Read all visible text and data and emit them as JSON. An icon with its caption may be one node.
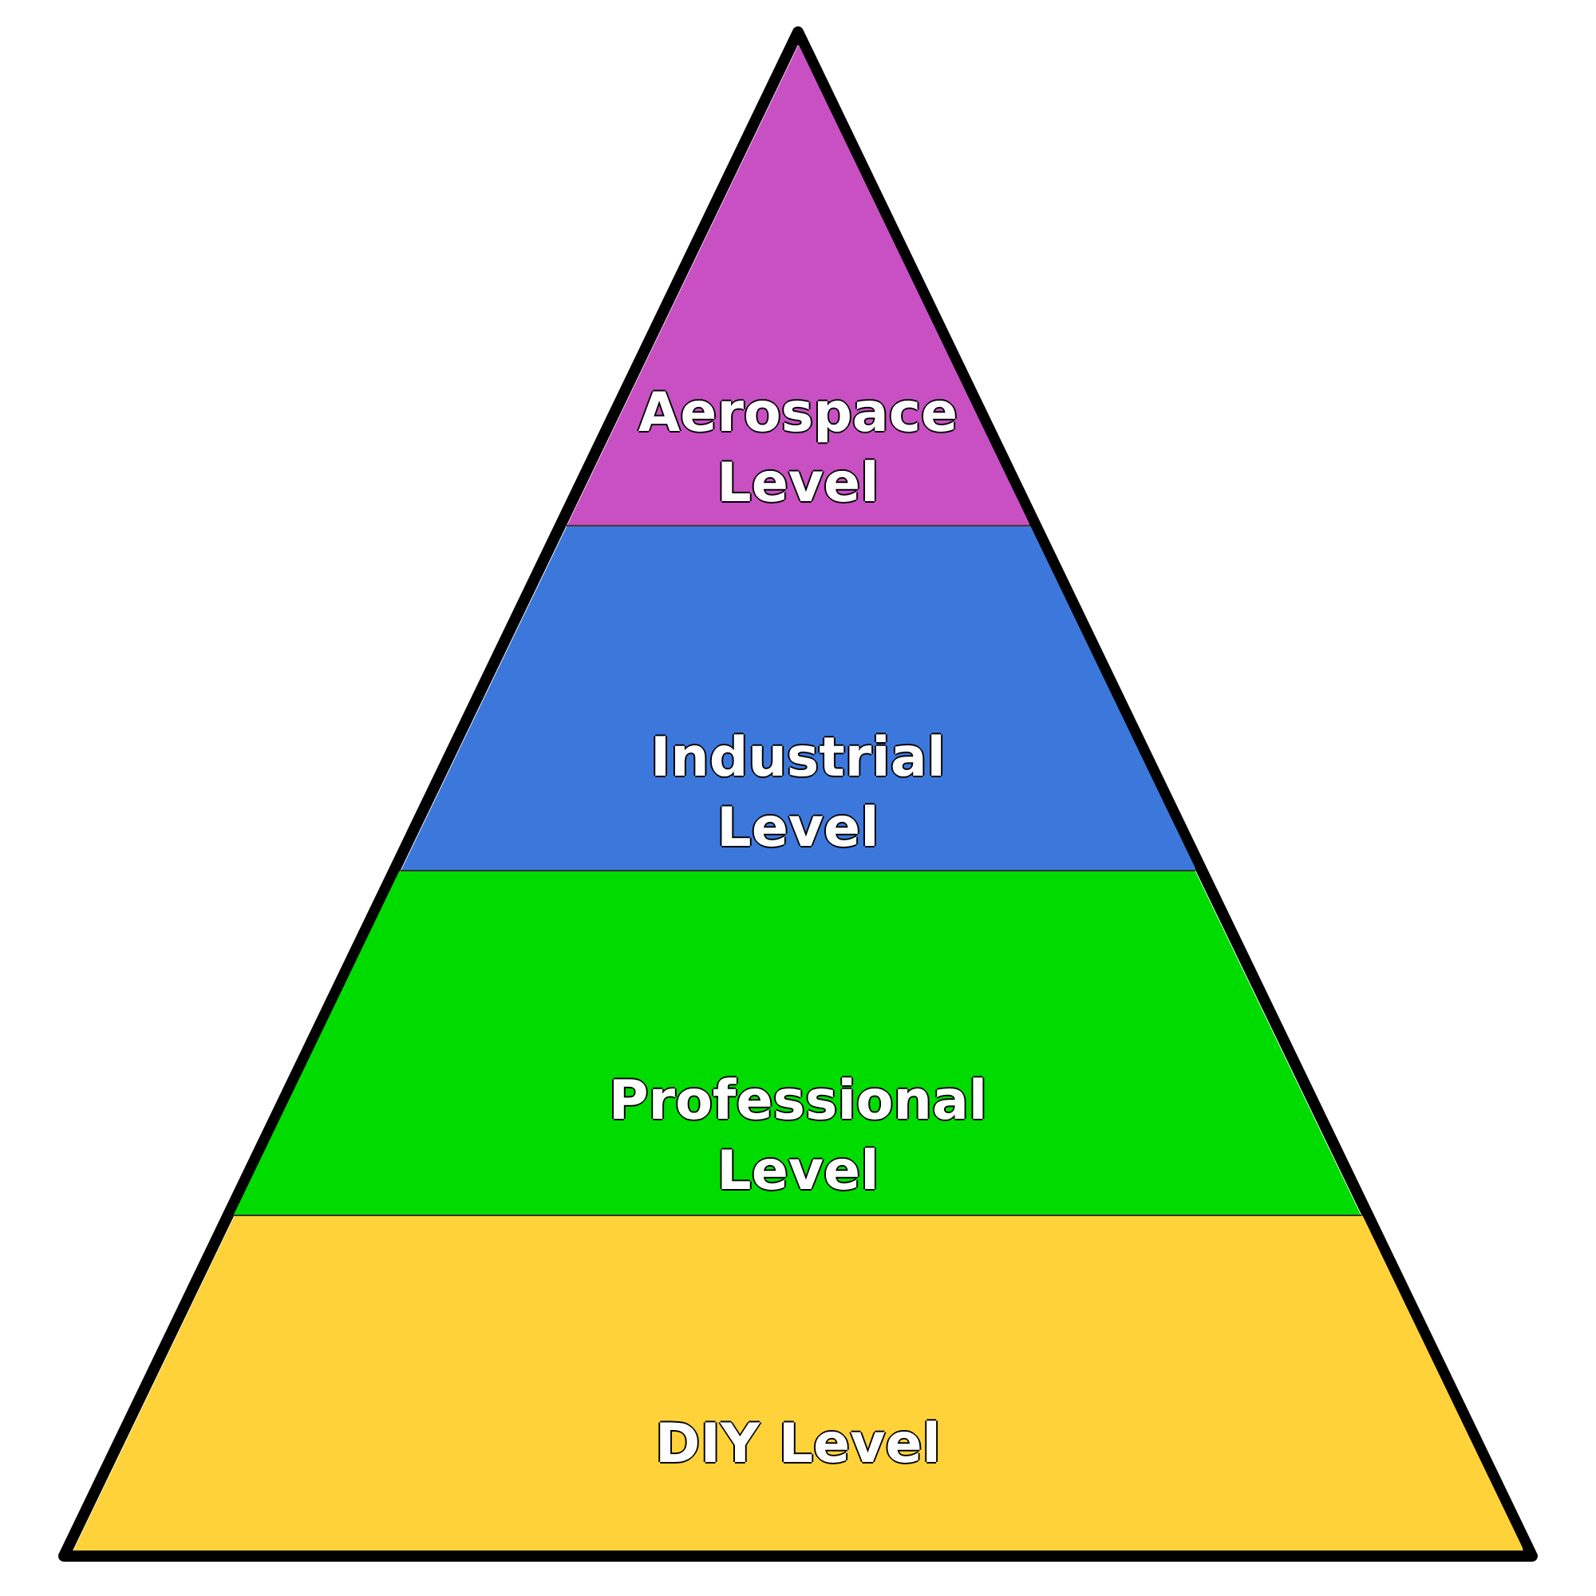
{
  "diagram": {
    "nodes": [
      {
        "text": [],
        "shape": "triangle"
      },
      {
        "text": [
          "Aerospace Level"
        ],
        "in": 0
      },
      {
        "text": [
          "Industrial Level"
        ],
        "in": 0
      },
      {
        "text": [
          "Professional Level"
        ],
        "in": 0
      },
      {
        "text": [
          "DIY Level"
        ],
        "in": 0
      }
    ]
  }
}
